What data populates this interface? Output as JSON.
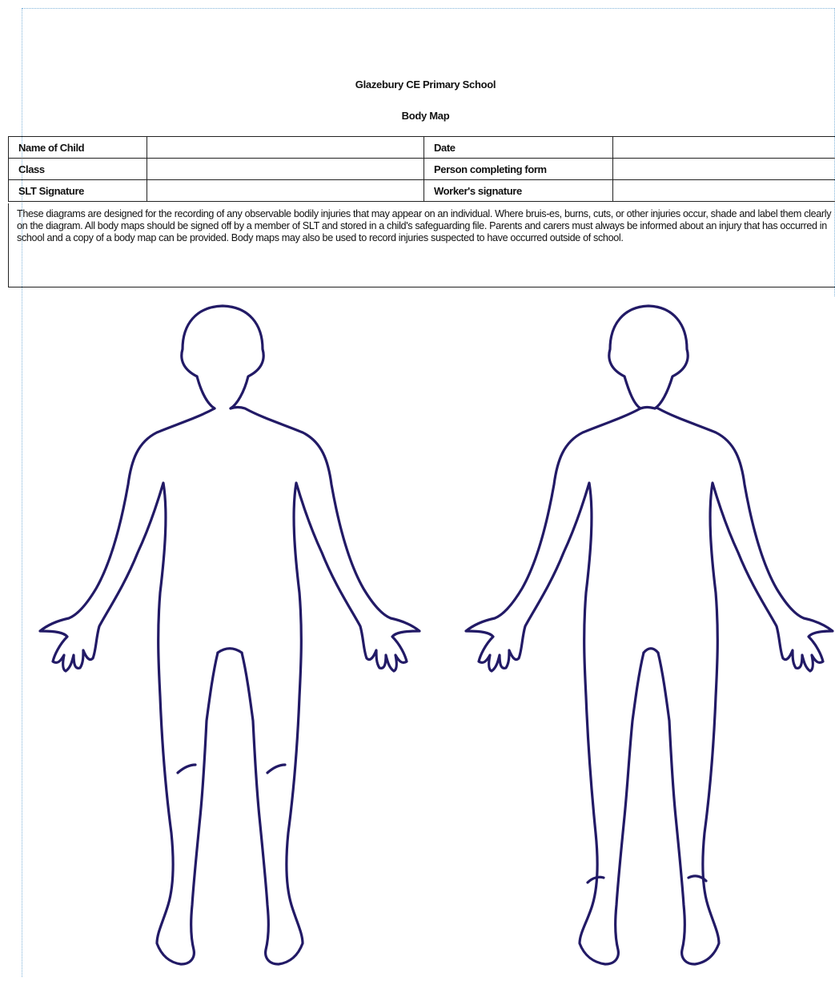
{
  "header": {
    "school_name": "Glazebury CE Primary School",
    "title": "Body Map"
  },
  "form": {
    "rows": [
      {
        "left_label": "Name of Child",
        "left_value": "",
        "right_label": "Date",
        "right_value": ""
      },
      {
        "left_label": "Class",
        "left_value": "",
        "right_label": "Person completing form",
        "right_value": ""
      },
      {
        "left_label": "SLT Signature",
        "left_value": "",
        "right_label": "Worker's signature",
        "right_value": ""
      }
    ]
  },
  "instructions": "These diagrams are designed for the recording of any observable bodily injuries that may appear on an individual. Where bruis-es, burns, cuts, or other injuries occur, shade and label them clearly on the diagram. All body maps should be signed off by a member of SLT and stored in a child's safeguarding file. Parents and carers must always be informed about an injury that has occurred in school and a copy of a body map can be provided. Body maps may also be used to record injuries suspected to have occurred outside of school.",
  "diagrams": {
    "front": "front-body-outline",
    "back": "back-body-outline",
    "stroke_color": "#221a66"
  }
}
